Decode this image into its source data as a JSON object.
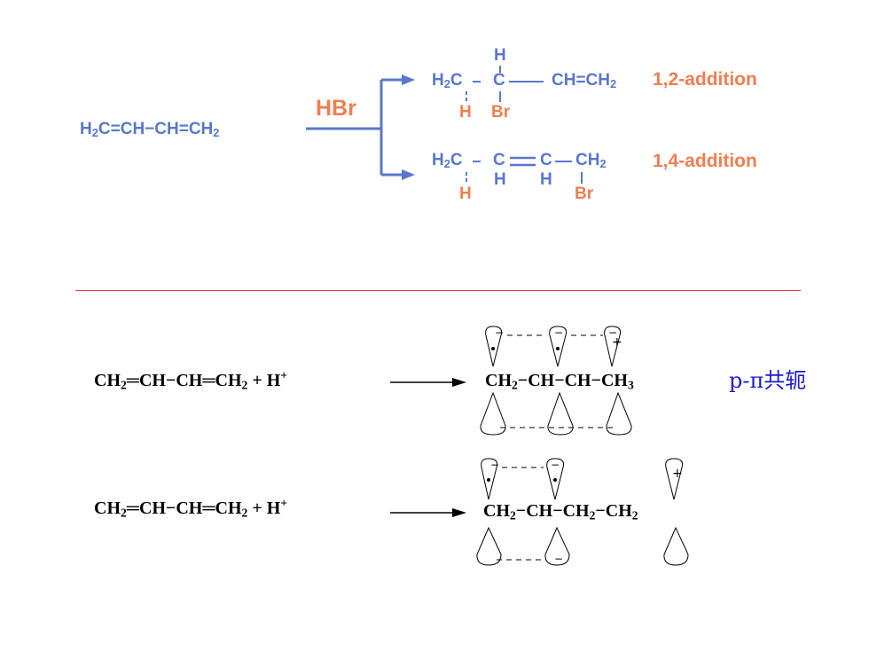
{
  "reaction1": {
    "reactant": {
      "p1": "H",
      "s1": "2",
      "p2": "C=CH−CH=CH",
      "s2": "2"
    },
    "reagent": "HBr",
    "product_12": {
      "h_top": "H",
      "p1": "H",
      "s1": "2",
      "p2": "C",
      "p3": "C",
      "p4": "CH=CH",
      "s4": "2",
      "h_under": "H",
      "br_under": "Br"
    },
    "label_12": "1,2-addition",
    "product_14": {
      "p1": "H",
      "s1": "2",
      "p2": "C",
      "p3": "C",
      "p4": "C",
      "p5": "CH",
      "s5": "2",
      "h1": "H",
      "h2": "H",
      "h3": "H",
      "br": "Br"
    },
    "label_14": "1,4-addition"
  },
  "reaction2": {
    "reactant": {
      "p1": "CH",
      "s1": "2",
      "p2": "═CH−CH═CH",
      "s2": "2",
      "p3": " + H",
      "sup3": "+"
    },
    "product": {
      "p1": "CH",
      "s1": "2",
      "p2": "−CH−CH−CH",
      "s2": "3"
    },
    "orbital_signs": [
      "−",
      "−",
      "−",
      "+"
    ],
    "label": "p-π共轭"
  },
  "reaction3": {
    "reactant": {
      "p1": "CH",
      "s1": "2",
      "p2": "═CH−CH═CH",
      "s2": "2",
      "p3": " + H",
      "sup3": "+"
    },
    "product": {
      "p1": "CH",
      "s1": "2",
      "p2": "−CH−CH",
      "s2": "2",
      "p3": "−CH",
      "s3": "2"
    },
    "orbital_signs": [
      "−",
      "−",
      "+",
      "−"
    ]
  }
}
